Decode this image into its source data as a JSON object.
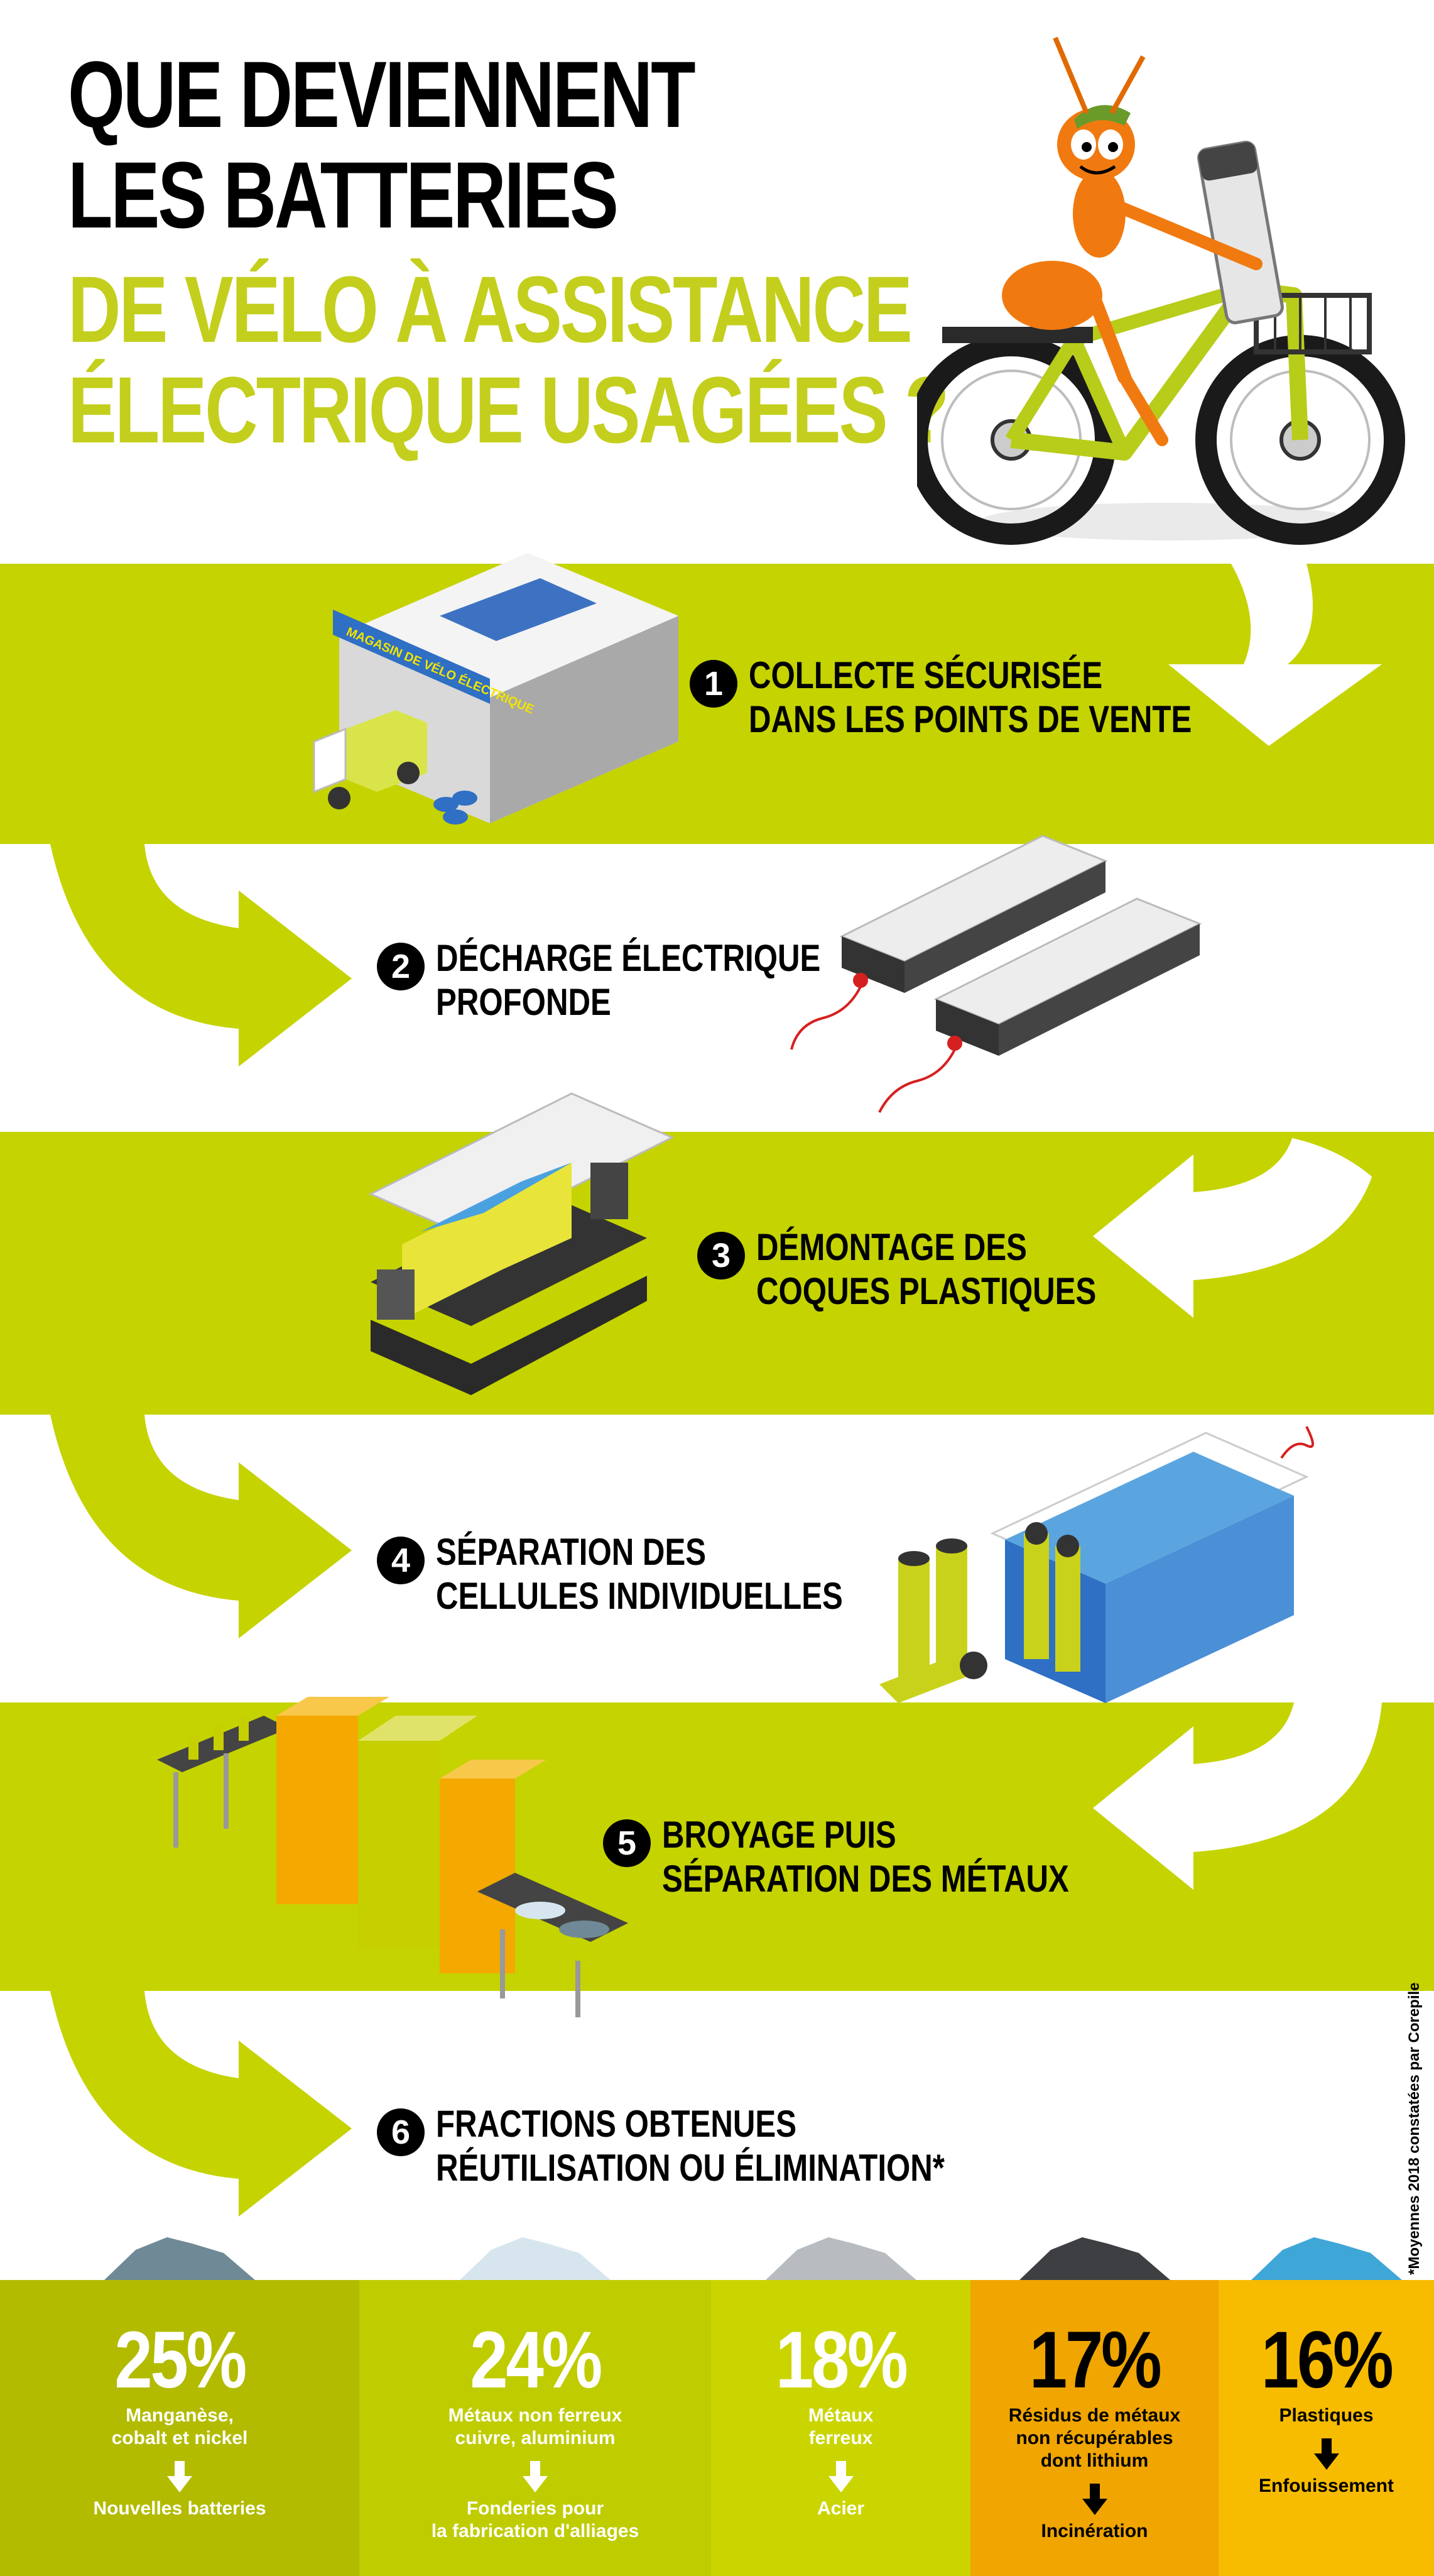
{
  "title": {
    "line1": "QUE DEVIENNENT",
    "line2": "LES BATTERIES",
    "line3": "DE VÉLO À ASSISTANCE",
    "line4": "ÉLECTRIQUE USAGÉES ?"
  },
  "store_sign": "MAGASIN DE VÉLO ÉLECTRIQUE",
  "steps": [
    {
      "num": "1",
      "line1": "COLLECTE SÉCURISÉE",
      "line2": "DANS LES POINTS DE VENTE"
    },
    {
      "num": "2",
      "line1": "DÉCHARGE ÉLECTRIQUE",
      "line2": "PROFONDE"
    },
    {
      "num": "3",
      "line1": "DÉMONTAGE DES",
      "line2": "COQUES PLASTIQUES"
    },
    {
      "num": "4",
      "line1": "SÉPARATION DES",
      "line2": "CELLULES INDIVIDUELLES"
    },
    {
      "num": "5",
      "line1": "BROYAGE PUIS",
      "line2": "SÉPARATION DES MÉTAUX"
    },
    {
      "num": "6",
      "line1": "FRACTIONS OBTENUES",
      "line2": "RÉUTILISATION OU ÉLIMINATION*"
    }
  ],
  "fractions": [
    {
      "pct": "25%",
      "label": "Manganèse,\ncobalt et nickel",
      "dest": "Nouvelles batteries",
      "bg": "#b2bb00",
      "text": "#ffffff",
      "pile": "#6f8a96"
    },
    {
      "pct": "24%",
      "label": "Métaux non ferreux\ncuivre, aluminium",
      "dest": "Fonderies pour\nla fabrication d'alliages",
      "bg": "#bfcc00",
      "text": "#ffffff",
      "pile": "#d7e6ee"
    },
    {
      "pct": "18%",
      "label": "Métaux\nferreux",
      "dest": "Acier",
      "bg": "#cad500",
      "text": "#ffffff",
      "pile": "#b8bcc0"
    },
    {
      "pct": "17%",
      "label": "Résidus de métaux\nnon récupérables\ndont lithium",
      "dest": "Incinération",
      "bg": "#f0a500",
      "text": "#000000",
      "pile": "#3d3f42"
    },
    {
      "pct": "16%",
      "label": "Plastiques",
      "dest": "Enfouissement",
      "bg": "#f7bb00",
      "text": "#000000",
      "pile": "#3fa6d8"
    }
  ],
  "footnote": "*Moyennes 2018 constatées par Corepile",
  "colors": {
    "green": "#c5d300",
    "title_green": "#c3cf1c",
    "black": "#000000"
  }
}
